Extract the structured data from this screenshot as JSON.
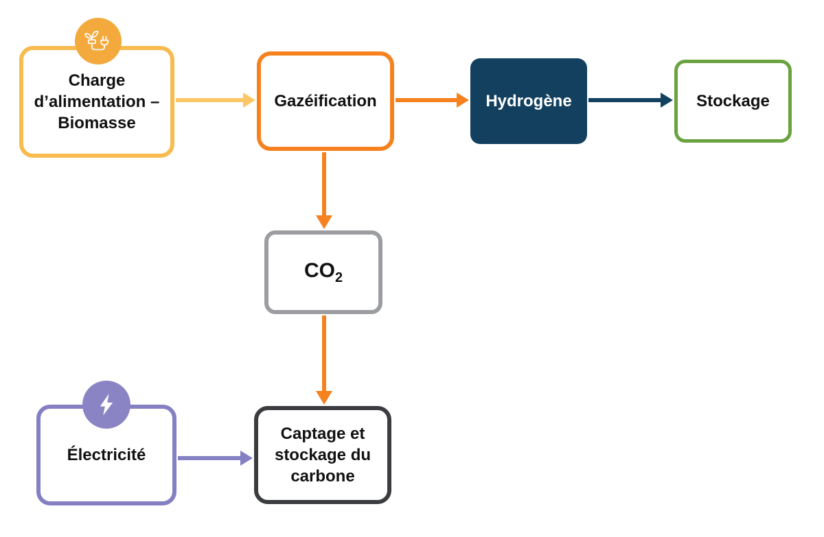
{
  "colors": {
    "background": "#FFFFFF",
    "text": "#111111",
    "amber": "#F8BB50",
    "amber-light": "#FBC766",
    "amber-icon": "#F3A93C",
    "orange": "#F5821F",
    "navy": "#12405E",
    "green": "#69A23F",
    "gray": "#9B9DA1",
    "charcoal": "#3B3C40",
    "purple": "#8480C2",
    "purple-icon": "#8A84C5"
  },
  "nodes": {
    "feedstock": {
      "lines": [
        "Charge",
        "d’alimentation –",
        "Biomasse"
      ],
      "icon": "biomass-leaf-plug-icon"
    },
    "gasification": {
      "label": "Gazéification"
    },
    "hydrogen": {
      "label": "Hydrogène"
    },
    "storage": {
      "label": "Stockage"
    },
    "co2": {
      "base": "CO",
      "subscript": "2"
    },
    "ccs": {
      "lines": [
        "Captage et",
        "stockage du",
        "carbone"
      ]
    },
    "electricity": {
      "label": "Électricité",
      "icon": "lightning-icon"
    }
  },
  "edges": [
    {
      "from": "feedstock",
      "to": "gasification",
      "color": "amber-light"
    },
    {
      "from": "gasification",
      "to": "hydrogen",
      "color": "orange"
    },
    {
      "from": "hydrogen",
      "to": "storage",
      "color": "navy"
    },
    {
      "from": "gasification",
      "to": "co2",
      "color": "orange"
    },
    {
      "from": "co2",
      "to": "ccs",
      "color": "orange"
    },
    {
      "from": "electricity",
      "to": "ccs",
      "color": "purple"
    }
  ]
}
